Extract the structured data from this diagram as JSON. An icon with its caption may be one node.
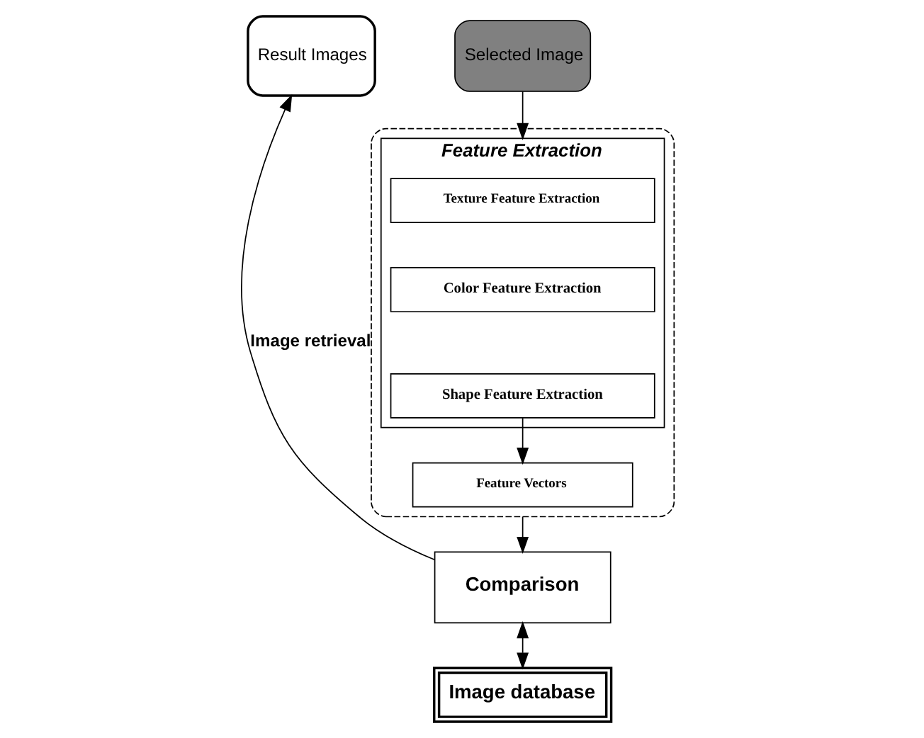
{
  "diagram": {
    "nodes": [
      {
        "text": [],
        "shape": "box"
      },
      {
        "text": [
          "Selected Image"
        ]
      },
      {
        "text": [
          "Feature Extraction"
        ],
        "in": 0
      },
      {
        "text": [
          "Texture Feature Extraction"
        ],
        "in": 2
      },
      {
        "text": [
          "Color Feature Extraction"
        ],
        "in": 2
      },
      {
        "text": [
          "Shape Feature Extraction"
        ],
        "in": 2
      },
      {
        "text": [
          "Feature Vectors"
        ],
        "in": 0
      },
      {
        "text": [
          "Result Images"
        ]
      },
      {
        "text": [
          "Comparison"
        ]
      },
      {
        "text": [
          "Image database"
        ]
      }
    ],
    "edges": [
      {
        "from": 1,
        "to": 2,
        "arrow": "to"
      },
      {
        "from": 5,
        "to": 6,
        "arrow": "to"
      },
      {
        "from": 0,
        "to": 8,
        "arrow": "to"
      },
      {
        "from": 8,
        "to": 7,
        "arrow": "to",
        "label": "Image retrieval"
      },
      {
        "from": 8,
        "to": 9,
        "arrow": "both"
      }
    ]
  }
}
